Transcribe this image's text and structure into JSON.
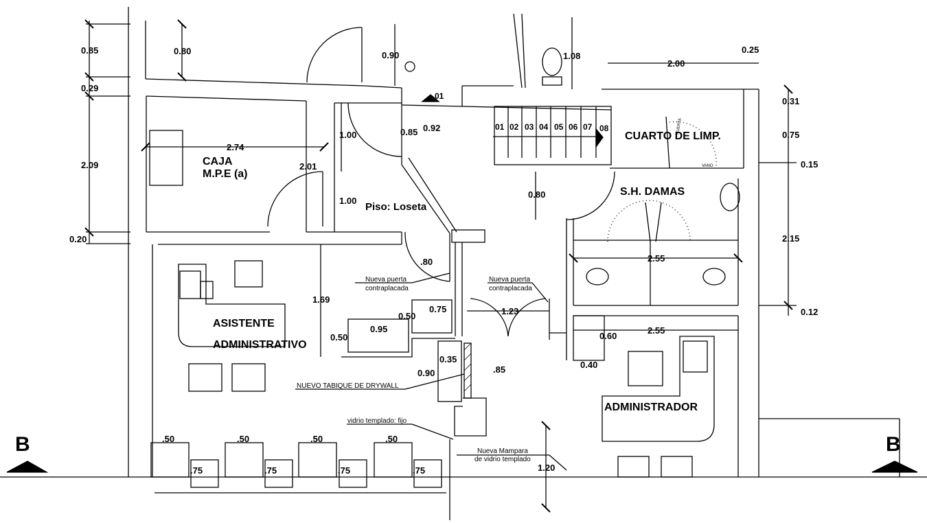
{
  "rooms": {
    "caja": "CAJA",
    "mpe": "M.P.E (a)",
    "floor": "Piso: Loseta",
    "cleaning": "CUARTO DE LIMP.",
    "restroom": "S.H. DAMAS",
    "assistant_1": "ASISTENTE",
    "assistant_2": "ADMINISTRATIVO",
    "manager": "ADMINISTRADOR"
  },
  "dimensions": [
    "0.85",
    "0.80",
    "0.29",
    "2.09",
    "0.20",
    "2.74",
    "2.01",
    "1.00",
    "1.00",
    "0.90",
    "0.85",
    "0.92",
    "1.08",
    "2.00",
    "0.25",
    "0.31",
    "0.75",
    "0.15",
    "2.15",
    "0.12",
    "0.80",
    ".80",
    "1.69",
    "0.75",
    "0.50",
    "0.95",
    "0.50",
    "0.35",
    "0.90",
    "1.23",
    ".85",
    "2.55",
    "2.55",
    "0.60",
    "0.40",
    "1.20"
  ],
  "desk_dims": [
    ".50",
    ".50",
    ".50",
    ".50"
  ],
  "chair_dims": [
    ".75",
    ".75",
    ".75",
    ".75"
  ],
  "notes": {
    "door1_l1": "Nueva puerta",
    "door1_l2": "contraplacada",
    "door2_l1": "Nueva puerta",
    "door2_l2": "contraplacada",
    "drywall": "NUEVO TABIQUE DE DRYWALL",
    "glass": "vidrio templado: fijo",
    "screen_l1": "Nueva Mampara",
    "screen_l2": "de vidrio templado"
  },
  "level_marker": "01",
  "stairs": [
    "01",
    "02",
    "03",
    "04",
    "05",
    "06",
    "07",
    "08"
  ],
  "section_marks": {
    "left": "B",
    "right": "B"
  },
  "door_tags": {
    "puerta": "PUERTA",
    "vano": "VANO"
  }
}
